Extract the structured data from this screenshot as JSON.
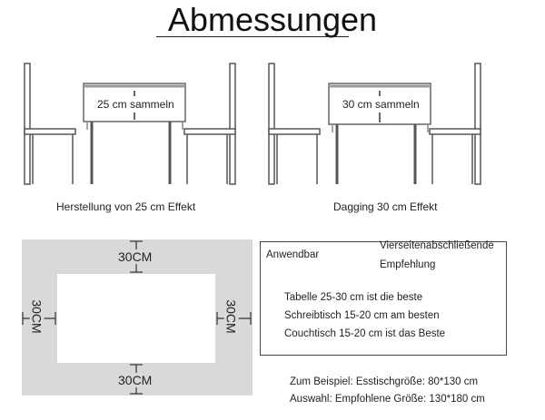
{
  "title": "Abmessungen",
  "left_table": {
    "drop_label": "25 cm sammeln",
    "caption": "Herstellung von 25 cm Effekt"
  },
  "right_table": {
    "drop_label": "30 cm sammeln",
    "caption": "Dagging 30 cm Effekt"
  },
  "dimension_diagram": {
    "top": "30CM",
    "bottom": "30CM",
    "left": "30CM",
    "right": "30CM"
  },
  "info_box": {
    "applicable": "Anwendbar",
    "recommendation_line1": "Vierseitenabschließende",
    "recommendation_line2": "Empfehlung",
    "rows": [
      "Tabelle 25-30 cm ist die beste",
      "Schreibtisch 15-20 cm am besten",
      "Couchtisch 15-20 cm ist das Beste"
    ]
  },
  "examples": [
    "Zum Beispiel: Esstischgröße: 80*130 cm",
    "Auswahl: Empfohlene Größe: 130*180 cm"
  ],
  "colors": {
    "line": "#444444",
    "cloth_fill": "#d9d9d9",
    "tablecloth": "#bdbdbd",
    "table_top": "#ffffff"
  }
}
